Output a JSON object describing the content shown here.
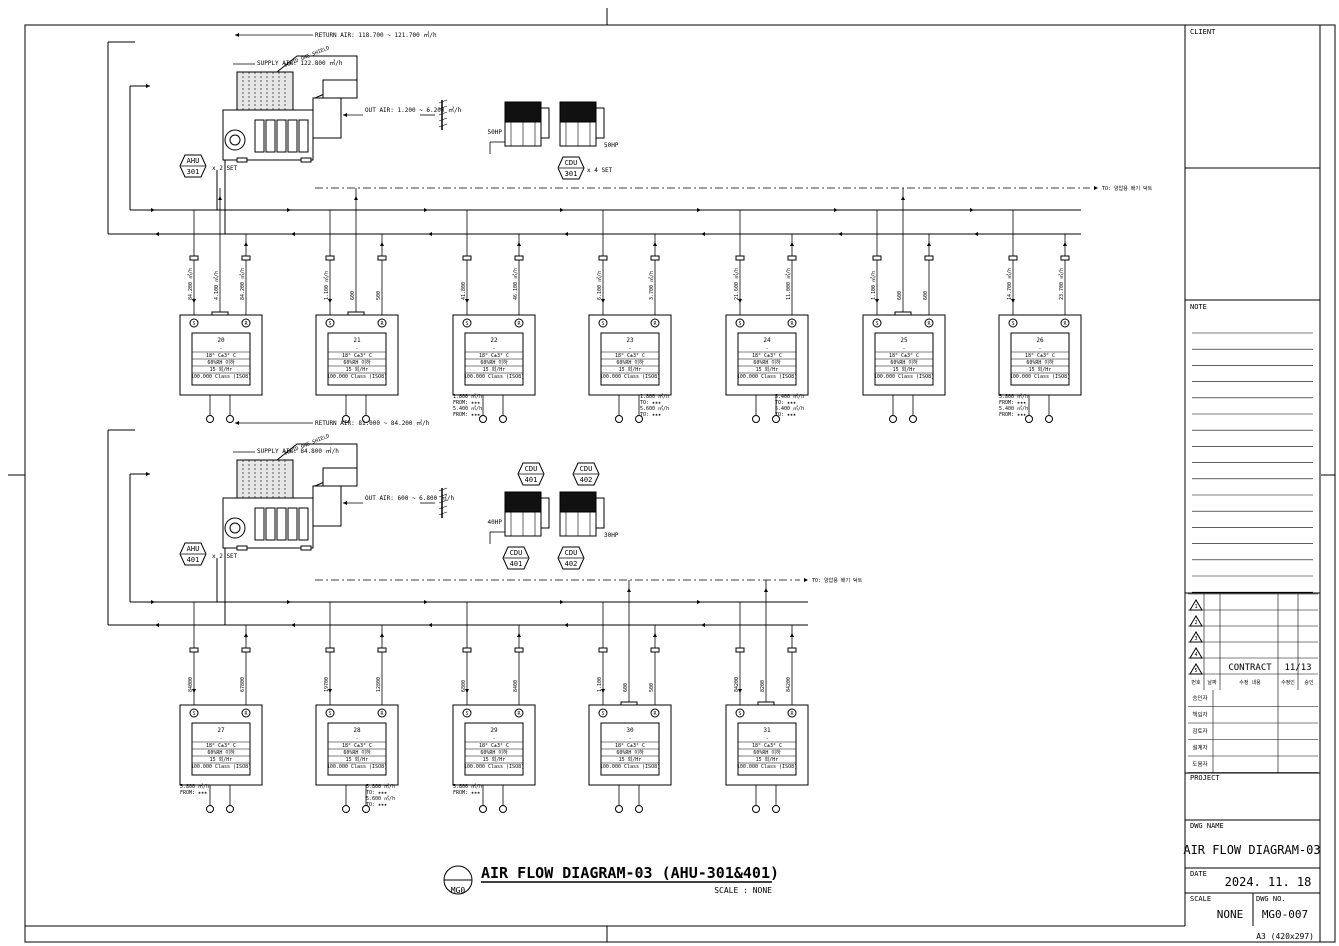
{
  "title_block": {
    "client_label": "CLIENT",
    "note_label": "NOTE",
    "project_label": "PROJECT",
    "dwg_name_label": "DWG NAME",
    "dwg_name": "AIR FLOW DIAGRAM-03",
    "date_label": "DATE",
    "date": "2024. 11. 18",
    "scale_label": "SCALE",
    "scale": "NONE",
    "dwg_no_label": "DWG NO.",
    "dwg_no": "MG0-007",
    "paper": "A3 (420x297)",
    "revision_status": "CONTRACT",
    "revision_date": "11/13",
    "rev_headers": [
      "번호",
      "날짜",
      "수정 내용",
      "수정인",
      "승인"
    ],
    "signoffs": [
      "승인자",
      "책임자",
      "검토자",
      "설계자",
      "도움자"
    ]
  },
  "main_title": "AIR FLOW DIAGRAM-03 (AHU-301&401)",
  "main_scale": "SCALE : NONE",
  "title_bubble": "MG0",
  "systems": [
    {
      "return_air": "RETURN AIR: 118.700 ~ 121.700 ㎥/h",
      "supply_air": "SUPPLY AIR: 122.800 ㎥/h",
      "out_air": "OUT AIR: 1.200 ~ 6.200 ㎥/h",
      "ahu_tag": [
        "AHU",
        "301"
      ],
      "ahu_qty": "x 2 SET",
      "cdu_tag": [
        "CDU",
        "301"
      ],
      "cdu_qty": "x 4 SET",
      "hp_left": "50HP",
      "hp_right": "50HP",
      "exhaust_to": "TO: 양압용 배기 덕트",
      "rooms": [
        {
          "name": "20",
          "supply": "84.200 ㎥/h",
          "ret": "84.200 ㎥/h",
          "exh": "4.100 ㎥/h"
        },
        {
          "name": "21",
          "supply": "1.100 ㎥/h",
          "ret": "500",
          "exh": "600"
        },
        {
          "name": "22",
          "supply": "41.800",
          "ret": "46.100 ㎥/h"
        },
        {
          "name": "23",
          "supply": "6.100 ㎥/h",
          "ret": "3.700 ㎥/h"
        },
        {
          "name": "24",
          "supply": "21.600 ㎥/h",
          "ret": "11.000 ㎥/h"
        },
        {
          "name": "25",
          "supply": "1.100 ㎥/h",
          "ret": "600",
          "exh": "600"
        },
        {
          "name": "26",
          "supply": "14.700 ㎥/h",
          "ret": "23.700 ㎥/h"
        }
      ]
    },
    {
      "return_air": "RETURN AIR: 81.000 ~ 84.200 ㎥/h",
      "supply_air": "SUPPLY AIR: 84.800 ㎥/h",
      "out_air": "OUT AIR: 600 ~ 6.800 ㎥/h",
      "ahu_tag": [
        "AHU",
        "401"
      ],
      "ahu_qty": "x 2 SET",
      "cdu_tag": [
        "CDU",
        "401"
      ],
      "cdu_tag2": [
        "CDU",
        "402"
      ],
      "hp_left": "40HP",
      "hp_right": "30HP",
      "exhaust_to": "TO: 양압용 배기 덕트",
      "rooms": [
        {
          "name": "27",
          "supply": "84000",
          "ret": "67800"
        },
        {
          "name": "28",
          "supply": "19700",
          "ret": "12800"
        },
        {
          "name": "29",
          "supply": "6800",
          "ret": "8400"
        },
        {
          "name": "30",
          "supply": "1.100",
          "ret": "500",
          "exh": "600"
        },
        {
          "name": "31",
          "supply": "84200",
          "ret": "84200",
          "exh": "8200"
        }
      ]
    }
  ],
  "room_lines": [
    "-",
    "18° C±3° C",
    "60%RH 이하",
    "15 회/Hr",
    "100.000 Class (ISO8)"
  ],
  "room_lines_alt": [
    "-",
    "18° C±3° C",
    "60%RH 이하",
    "15 회/Hr",
    "100.000 Class (ISO8)"
  ],
  "side_notes": {
    "r22": [
      "1.800 ㎥/h",
      "FROM: ★★★",
      "5.400 ㎥/h",
      "FROM: ★★★"
    ],
    "r23": [
      "1.800 ㎥/h",
      "TO: ★★★",
      "5.600 ㎥/h",
      "TO: ★★★"
    ],
    "r24": [
      "5.400 ㎥/h",
      "TO: ★★★",
      "5.400 ㎥/h",
      "TO: ★★★"
    ],
    "r26": [
      "5.800 ㎥/h",
      "FROM: ★★★",
      "5.400 ㎥/h",
      "FROM: ★★★"
    ],
    "r27": [
      "5.800 ㎥/h",
      "FROM: ★★★"
    ],
    "r28": [
      "5.800 ㎥/h",
      "TO: ★★★",
      "5.600 ㎥/h",
      "TO: ★★★"
    ],
    "r29": [
      "5.800 ㎥/h",
      "FROM: ★★★"
    ]
  },
  "rev_marks": [
    "1",
    "2",
    "3",
    "4",
    "5"
  ]
}
